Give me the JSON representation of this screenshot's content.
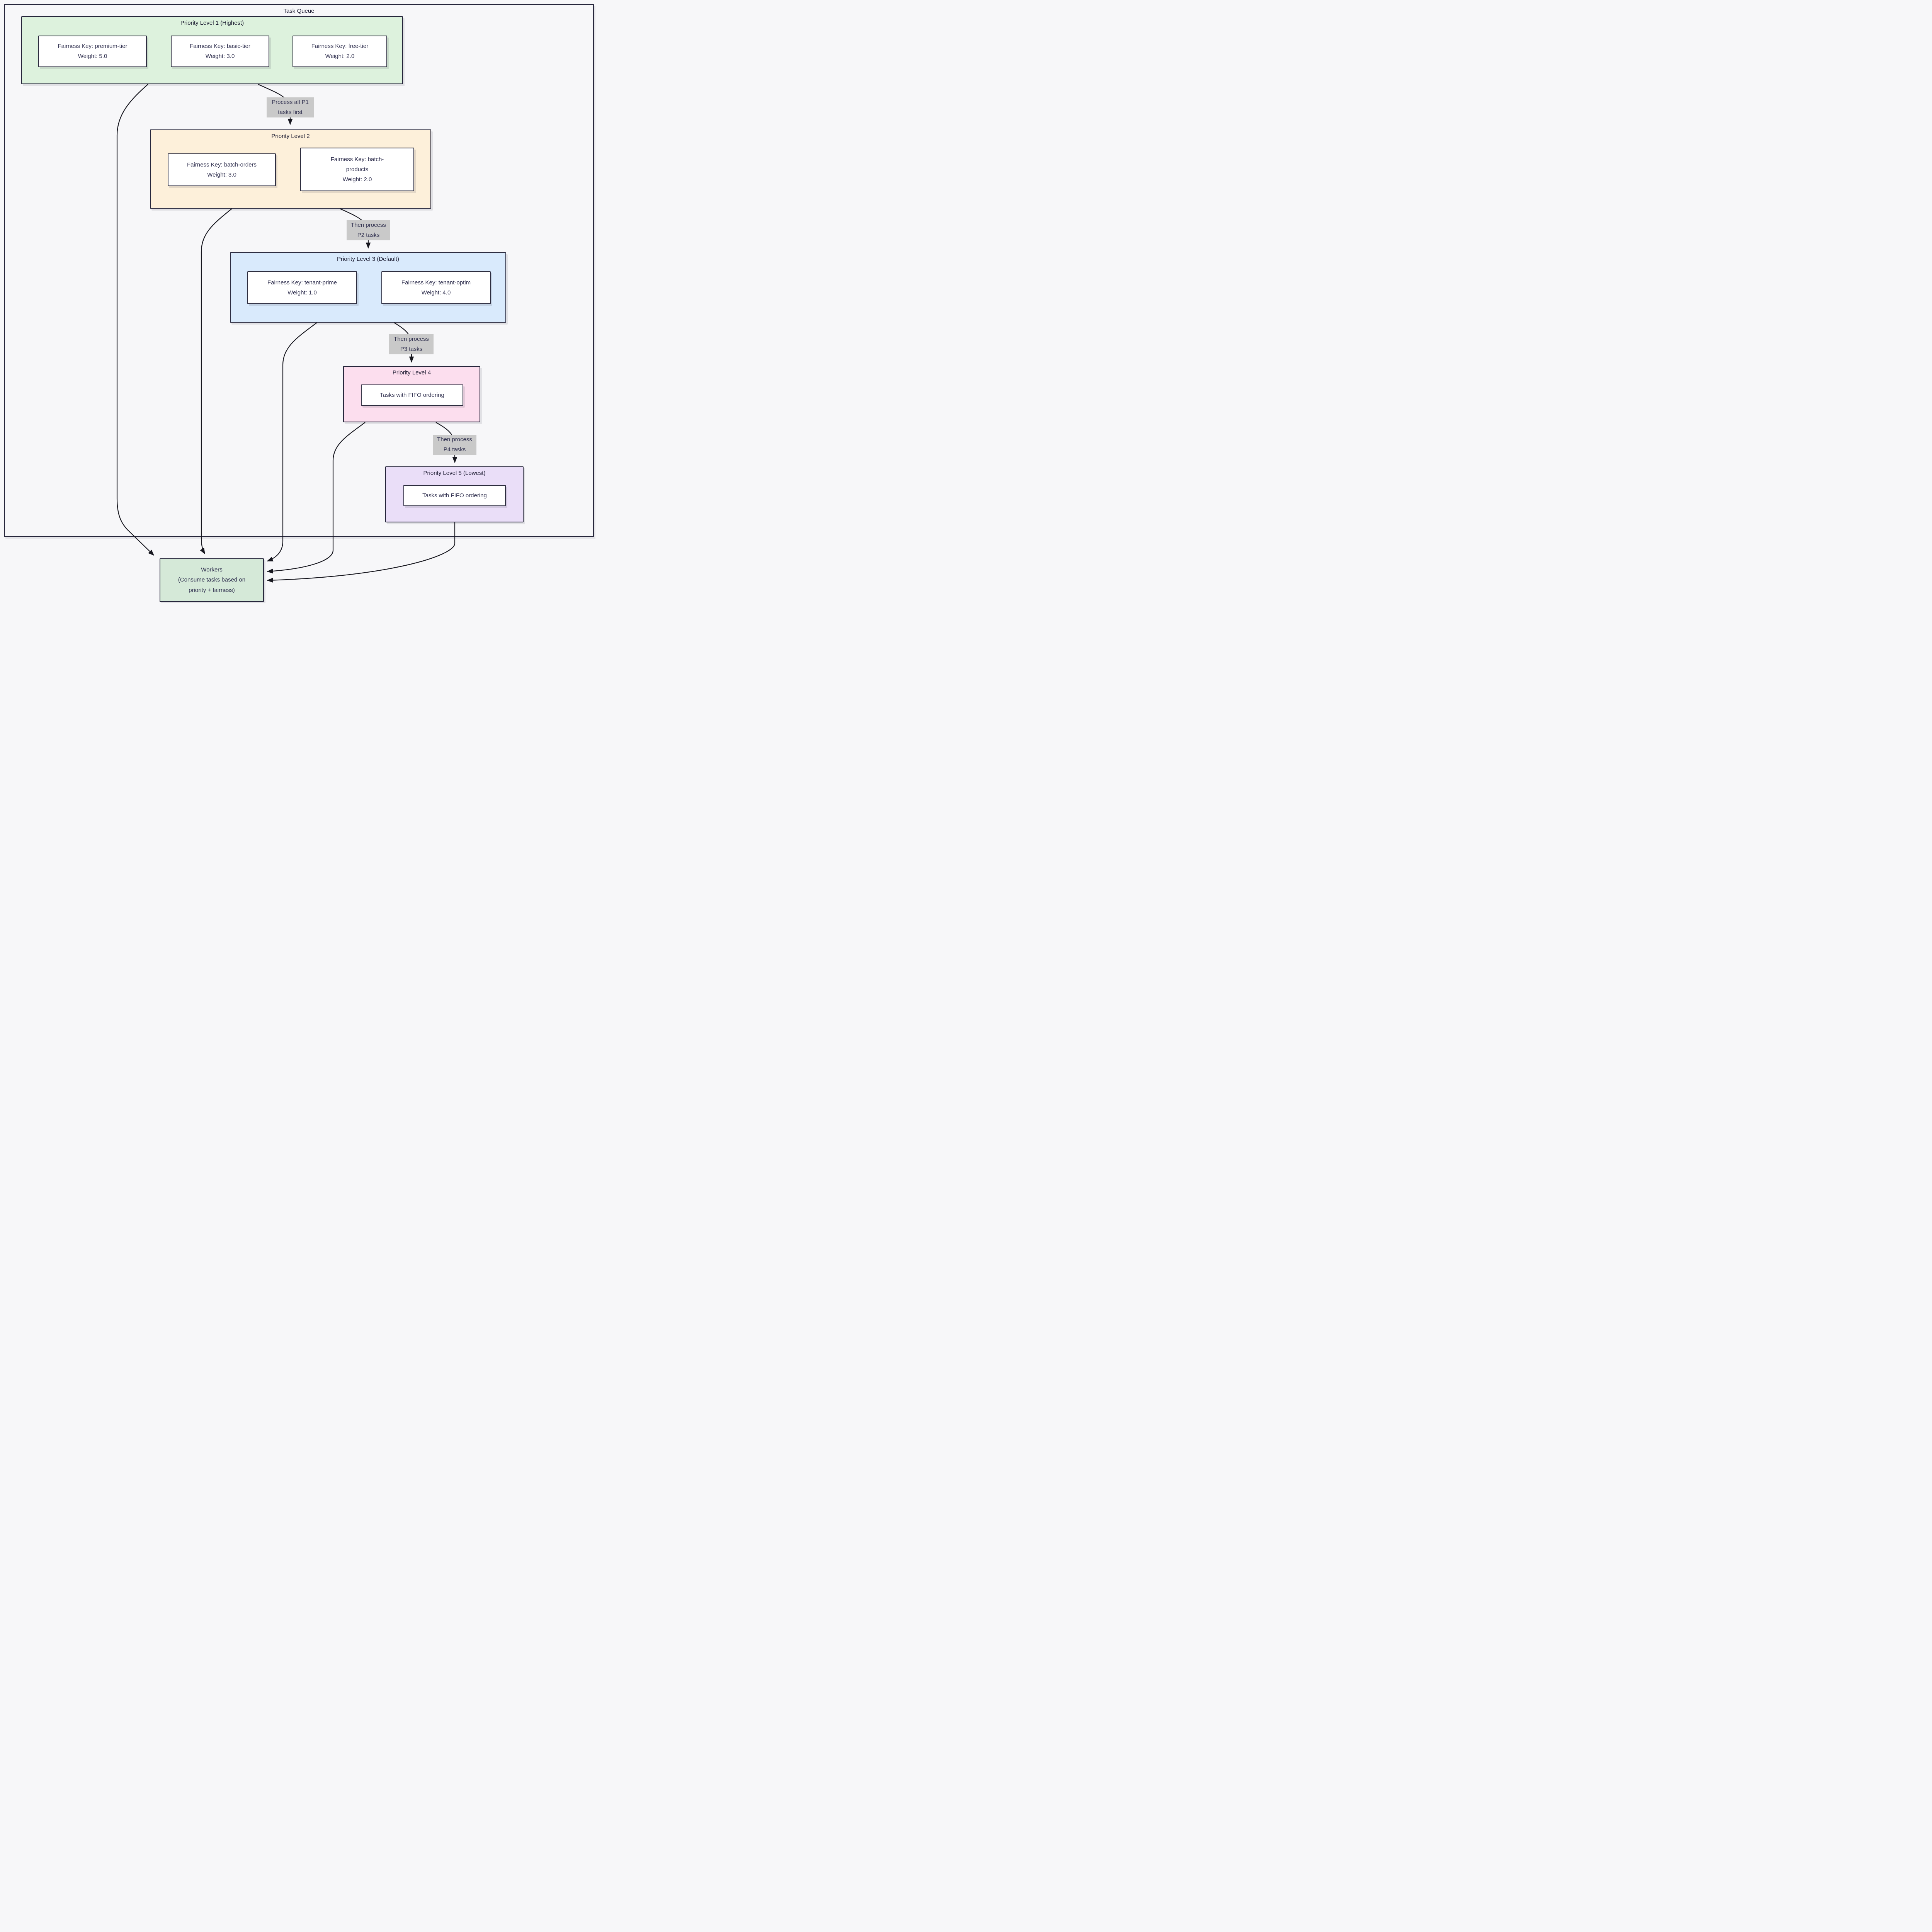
{
  "diagram_title": "Task Queue",
  "levels": [
    {
      "label": "Priority Level 1 (Highest)",
      "color": "#ddf2dd",
      "items": [
        {
          "key": "Fairness Key: premium-tier",
          "weight": "Weight: 5.0"
        },
        {
          "key": "Fairness Key: basic-tier",
          "weight": "Weight: 3.0"
        },
        {
          "key": "Fairness Key: free-tier",
          "weight": "Weight: 2.0"
        }
      ]
    },
    {
      "label": "Priority Level 2",
      "color": "#fdf0da",
      "items": [
        {
          "key": "Fairness Key: batch-orders",
          "weight": "Weight: 3.0"
        },
        {
          "key": "Fairness Key: batch-products",
          "weight": "Weight: 2.0"
        }
      ]
    },
    {
      "label": "Priority Level 3 (Default)",
      "color": "#d9eafc",
      "items": [
        {
          "key": "Fairness Key: tenant-prime",
          "weight": "Weight: 1.0"
        },
        {
          "key": "Fairness Key: tenant-optim",
          "weight": "Weight: 4.0"
        }
      ]
    },
    {
      "label": "Priority Level 4",
      "color": "#fcdeee",
      "items": [
        {
          "text": "Tasks with FIFO ordering"
        }
      ]
    },
    {
      "label": "Priority Level 5 (Lowest)",
      "color": "#eadef8",
      "items": [
        {
          "text": "Tasks with FIFO ordering"
        }
      ]
    }
  ],
  "edge_labels": [
    {
      "line1": "Process all P1",
      "line2": "tasks first"
    },
    {
      "line1": "Then process",
      "line2": "P2 tasks"
    },
    {
      "line1": "Then process",
      "line2": "P3 tasks"
    },
    {
      "line1": "Then process",
      "line2": "P4 tasks"
    }
  ],
  "workers": {
    "line1": "Workers",
    "line2": "(Consume tasks based on",
    "line3": "priority + fairness)",
    "color": "#d5e9d8"
  },
  "colors": {
    "background": "#f7f7f9",
    "border": "#27273c",
    "edge": "#17171f",
    "edge_label_bg": "#c9c9c9",
    "node_fill": "#ffffff",
    "text": "#30304f"
  }
}
